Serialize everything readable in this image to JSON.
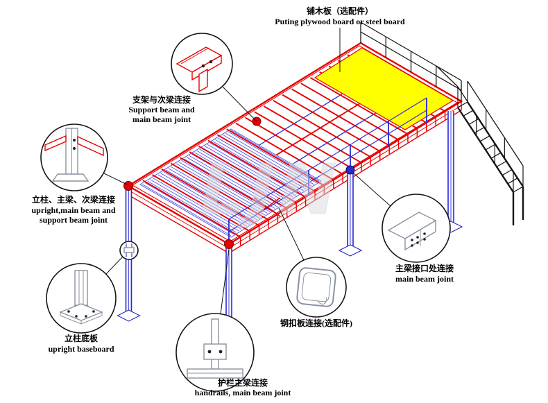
{
  "watermark": "LJN",
  "colors": {
    "beam_red": "#e60000",
    "deck_yellow": "#ffff00",
    "column_blue": "#2a2ad0",
    "hatch_blue": "#5a5ae0",
    "line_black": "#151515",
    "detail_gray": "#8a92a0"
  },
  "labels": {
    "plywood": {
      "zh": "铺木板（选配件）",
      "en": "Puting plywood board or steel board"
    },
    "support_joint": {
      "zh": "支架与次梁连接",
      "en1": "Support beam and",
      "en2": "main beam joint"
    },
    "upright_joint": {
      "zh": "立柱、主梁、次梁连接",
      "en1": "upright,main beam and",
      "en2": "support beam joint"
    },
    "baseboard": {
      "zh": "立柱底板",
      "en": "upright baseboard"
    },
    "handrail_joint": {
      "zh": "护栏主梁连接",
      "en": "handrails, main beam joint"
    },
    "buckle_plate": {
      "zh": "钢扣板连接(选配件)"
    },
    "main_beam_joint": {
      "zh": "主梁接口处连接",
      "en": "main beam joint"
    }
  }
}
